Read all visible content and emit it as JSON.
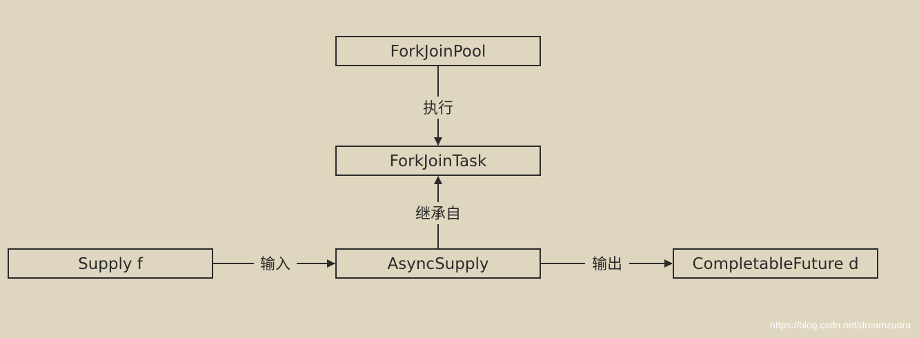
{
  "diagram": {
    "nodes": {
      "forkjoinpool": "ForkJoinPool",
      "forkjointask": "ForkJoinTask",
      "supply_f": "Supply f",
      "asyncsupply": "AsyncSupply",
      "completablefuture": "CompletableFuture d"
    },
    "edges": {
      "pool_to_task": "执行",
      "async_to_task": "继承自",
      "supply_to_async": "输入",
      "async_to_future": "输出"
    }
  },
  "watermark": "https://blog.csdn.net/dreamzuora"
}
